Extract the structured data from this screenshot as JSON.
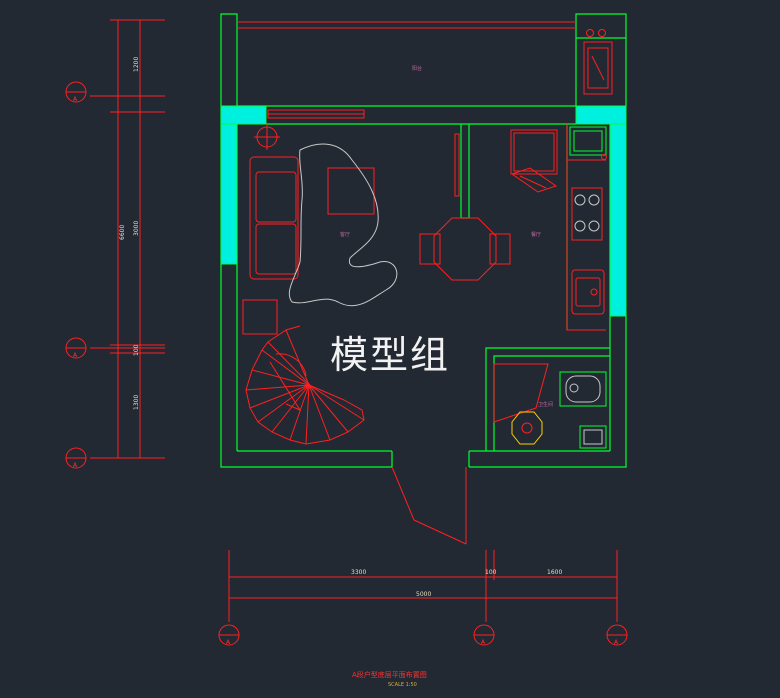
{
  "watermark": "模型组",
  "drawing_title": "A段户型底层平面布置图",
  "drawing_scale": "SCALE 1:50",
  "rooms": {
    "terrace": "阳台",
    "living": "客厅",
    "dining": "餐厅",
    "bathroom": "卫生间"
  },
  "dimensions_vertical": {
    "total": "6600",
    "segment_top": "1200",
    "segment_middle": "3000",
    "segment_gap": "100",
    "segment_bottom": "1300"
  },
  "dimensions_horizontal": {
    "segment_left": "3300",
    "segment_gap": "100",
    "segment_right": "1600",
    "total": "5000"
  },
  "axis_labels": {
    "left_1": "A",
    "left_2": "A",
    "left_3": "A",
    "bottom_1": "A",
    "bottom_2": "A",
    "bottom_3": "A"
  },
  "colors": {
    "background": "#222933",
    "wall_green": "#00ff33",
    "wall_red": "#ff2020",
    "column_fill": "#00f0e0",
    "furniture_white": "#d0d0d0",
    "text_tan": "#e8dcc0"
  }
}
